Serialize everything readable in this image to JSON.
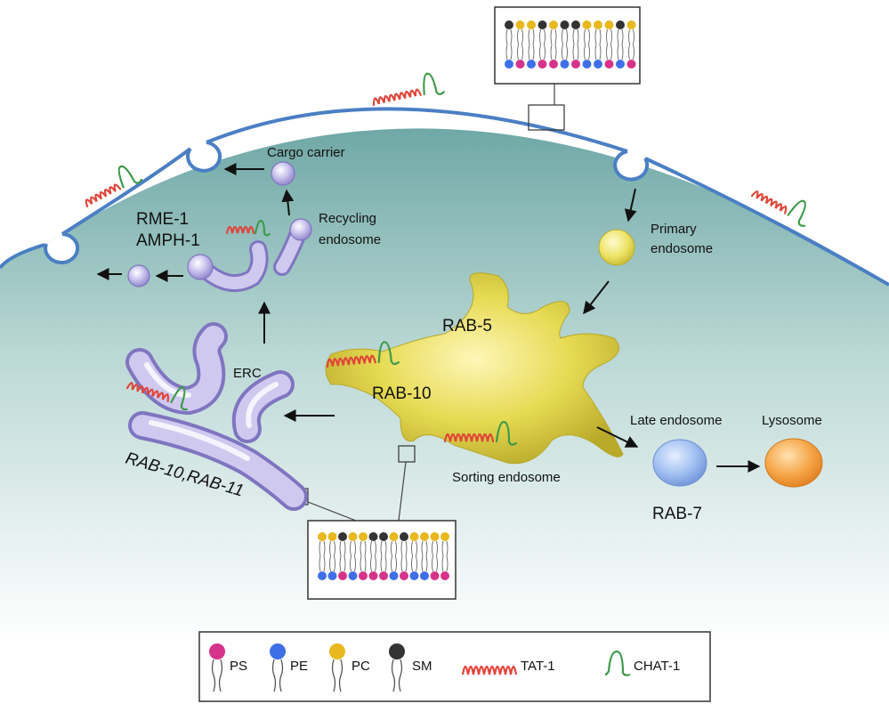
{
  "labels": {
    "cargo_carrier": "Cargo carrier",
    "recycling_1": "Recycling",
    "recycling_2": "endosome",
    "rme1": "RME-1",
    "amph1": "AMPH-1",
    "primary_1": "Primary",
    "primary_2": "endosome",
    "rab5": "RAB-5",
    "rab10": "RAB-10",
    "erc": "ERC",
    "rab10_11": "RAB-10,RAB-11",
    "sorting": "Sorting endosome",
    "late": "Late endosome",
    "lysosome": "Lysosome",
    "rab7": "RAB-7"
  },
  "legend": {
    "ps": "PS",
    "pe": "PE",
    "pc": "PC",
    "sm": "SM",
    "tat1": "TAT-1",
    "chat1": "CHAT-1"
  },
  "colors": {
    "ps": "#d6338a",
    "pe": "#3f6fe8",
    "pc": "#e8b81e",
    "sm": "#333333",
    "tat1": "#e0453a",
    "chat1": "#3d9a4a",
    "membrane": "#4b7fc4",
    "sorting_endosome": "#dccf3a",
    "erc_tubule": "#b6aee0",
    "late_endosome": "#8fb2ea",
    "lysosome": "#f29a3c"
  }
}
